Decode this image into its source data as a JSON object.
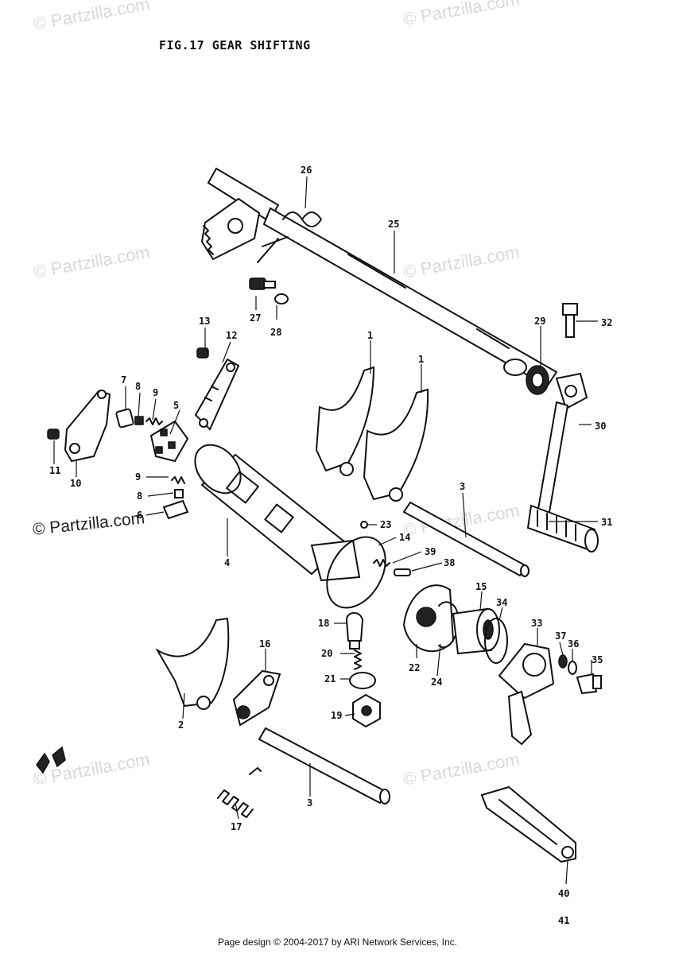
{
  "title": "FIG.17  GEAR SHIFTING",
  "footer": "Page design © 2004-2017 by ARI Network Services, Inc.",
  "watermark": "© Partzilla.com",
  "labels": {
    "p1a": "1",
    "p1b": "1",
    "p2": "2",
    "p3a": "3",
    "p3b": "3",
    "p4": "4",
    "p5": "5",
    "p6": "6",
    "p7": "7",
    "p8a": "8",
    "p8b": "8",
    "p9a": "9",
    "p9b": "9",
    "p10": "10",
    "p11": "11",
    "p12": "12",
    "p13": "13",
    "p14": "14",
    "p15": "15",
    "p16": "16",
    "p17": "17",
    "p18": "18",
    "p19": "19",
    "p20": "20",
    "p21": "21",
    "p22": "22",
    "p23": "23",
    "p24": "24",
    "p25": "25",
    "p26": "26",
    "p27": "27",
    "p28": "28",
    "p29": "29",
    "p30": "30",
    "p31": "31",
    "p32": "32",
    "p33": "33",
    "p34": "34",
    "p35": "35",
    "p36": "36",
    "p37": "37",
    "p38": "38",
    "p39": "39",
    "p40": "40",
    "p41": "41"
  }
}
